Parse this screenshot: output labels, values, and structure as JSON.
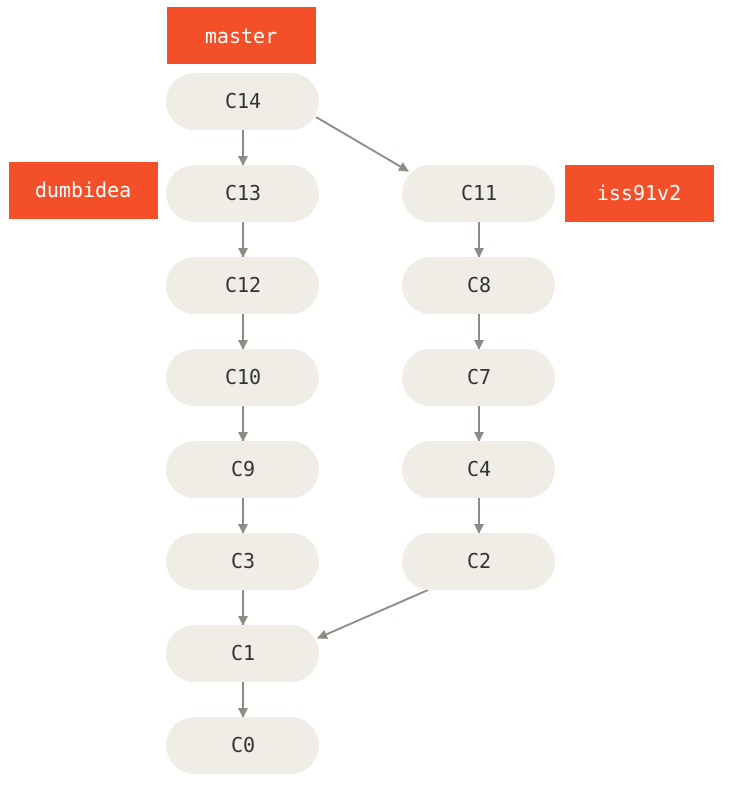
{
  "colors": {
    "branch_fill": "#f34f29",
    "commit_fill": "#efede6",
    "edge_stroke": "#8f8a84",
    "label_text": "#333333",
    "branch_text": "#ffffff"
  },
  "branches": {
    "master": "master",
    "dumbidea": "dumbidea",
    "iss91v2": "iss91v2"
  },
  "commits": {
    "c14": "C14",
    "c13": "C13",
    "c12": "C12",
    "c10": "C10",
    "c9": "C9",
    "c3": "C3",
    "c1": "C1",
    "c0": "C0",
    "c11": "C11",
    "c8": "C8",
    "c7": "C7",
    "c4": "C4",
    "c2": "C2"
  },
  "edges": [
    {
      "from": "C14",
      "to": "C13"
    },
    {
      "from": "C13",
      "to": "C12"
    },
    {
      "from": "C12",
      "to": "C10"
    },
    {
      "from": "C10",
      "to": "C9"
    },
    {
      "from": "C9",
      "to": "C3"
    },
    {
      "from": "C3",
      "to": "C1"
    },
    {
      "from": "C1",
      "to": "C0"
    },
    {
      "from": "C14",
      "to": "C11"
    },
    {
      "from": "C11",
      "to": "C8"
    },
    {
      "from": "C8",
      "to": "C7"
    },
    {
      "from": "C7",
      "to": "C4"
    },
    {
      "from": "C4",
      "to": "C2"
    },
    {
      "from": "C2",
      "to": "C1"
    }
  ]
}
